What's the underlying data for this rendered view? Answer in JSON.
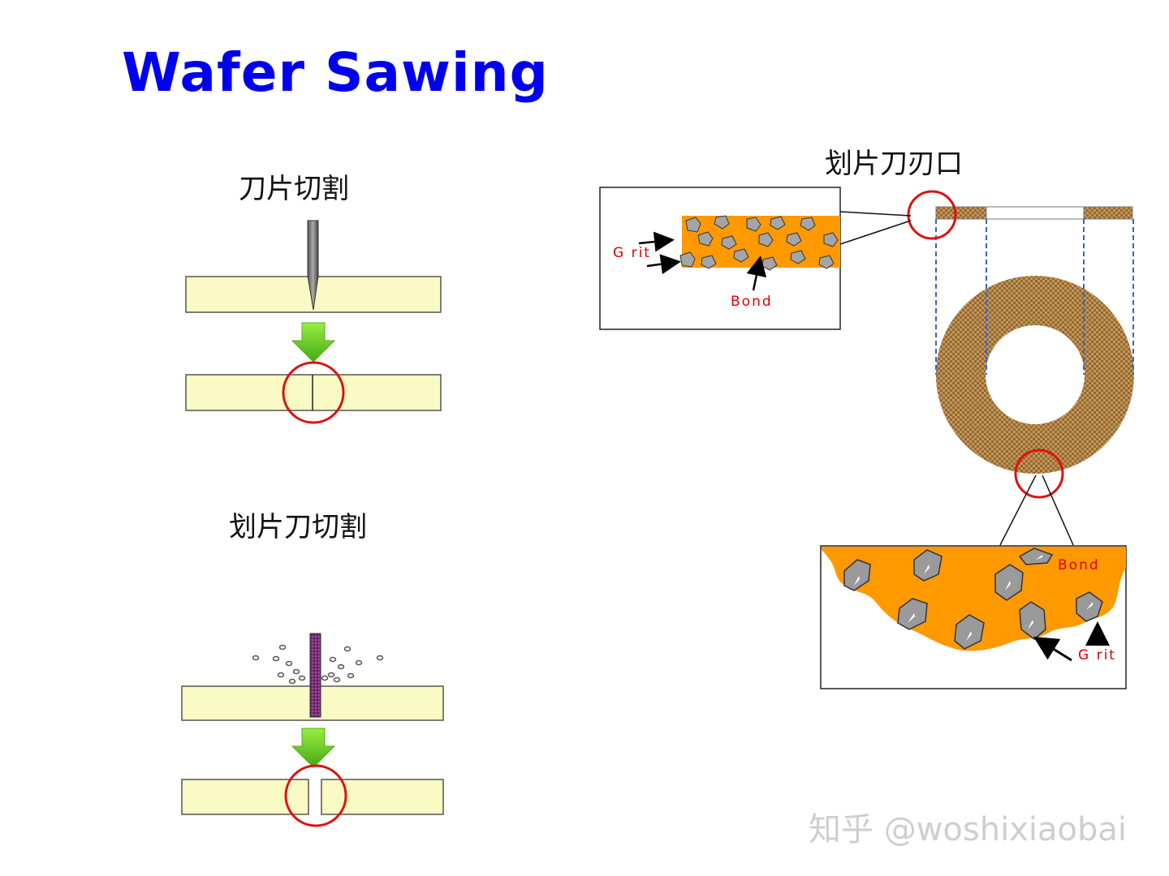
{
  "title": "Wafer Sawing",
  "labels": {
    "blade_cut": "刀片切割",
    "dicing_saw_cut": "划片刀切割",
    "blade_edge": "划片刀刃口",
    "grit_top": "G rit",
    "bond_top": "Bond",
    "bond_bottom": "Bond",
    "grit_bottom": "G rit"
  },
  "watermark": "知乎 @woshixiaobai",
  "colors": {
    "title": "#0000ee",
    "wafer": "#fafac4",
    "arrow": "#66cc22",
    "highlight_circle": "#dd1111",
    "bond": "#ff9900",
    "grit": "#999999",
    "wheel_checker": "#b0844c",
    "dashed_guide": "#3366cc",
    "label_red": "#dd0000"
  },
  "icons": [
    "knife-blade-icon",
    "dicing-saw-blade-icon",
    "down-arrow-icon",
    "highlight-circle-icon"
  ]
}
